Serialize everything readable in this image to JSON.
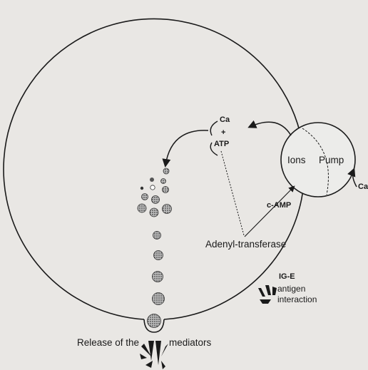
{
  "labels": {
    "ca_top": "Ca",
    "plus": "+",
    "atp": "ATP",
    "ions": "Ions",
    "pump": "Pump",
    "ca_right": "Ca",
    "camp": "c-AMP",
    "adenyl": "Adenyl-transferase",
    "ige": "IG-E",
    "antigen": "antigen",
    "interaction": "interaction",
    "release": "Release of the",
    "mediators": "mediators"
  },
  "colors": {
    "background": "#e9e7e4",
    "line": "#1a1a1a"
  }
}
